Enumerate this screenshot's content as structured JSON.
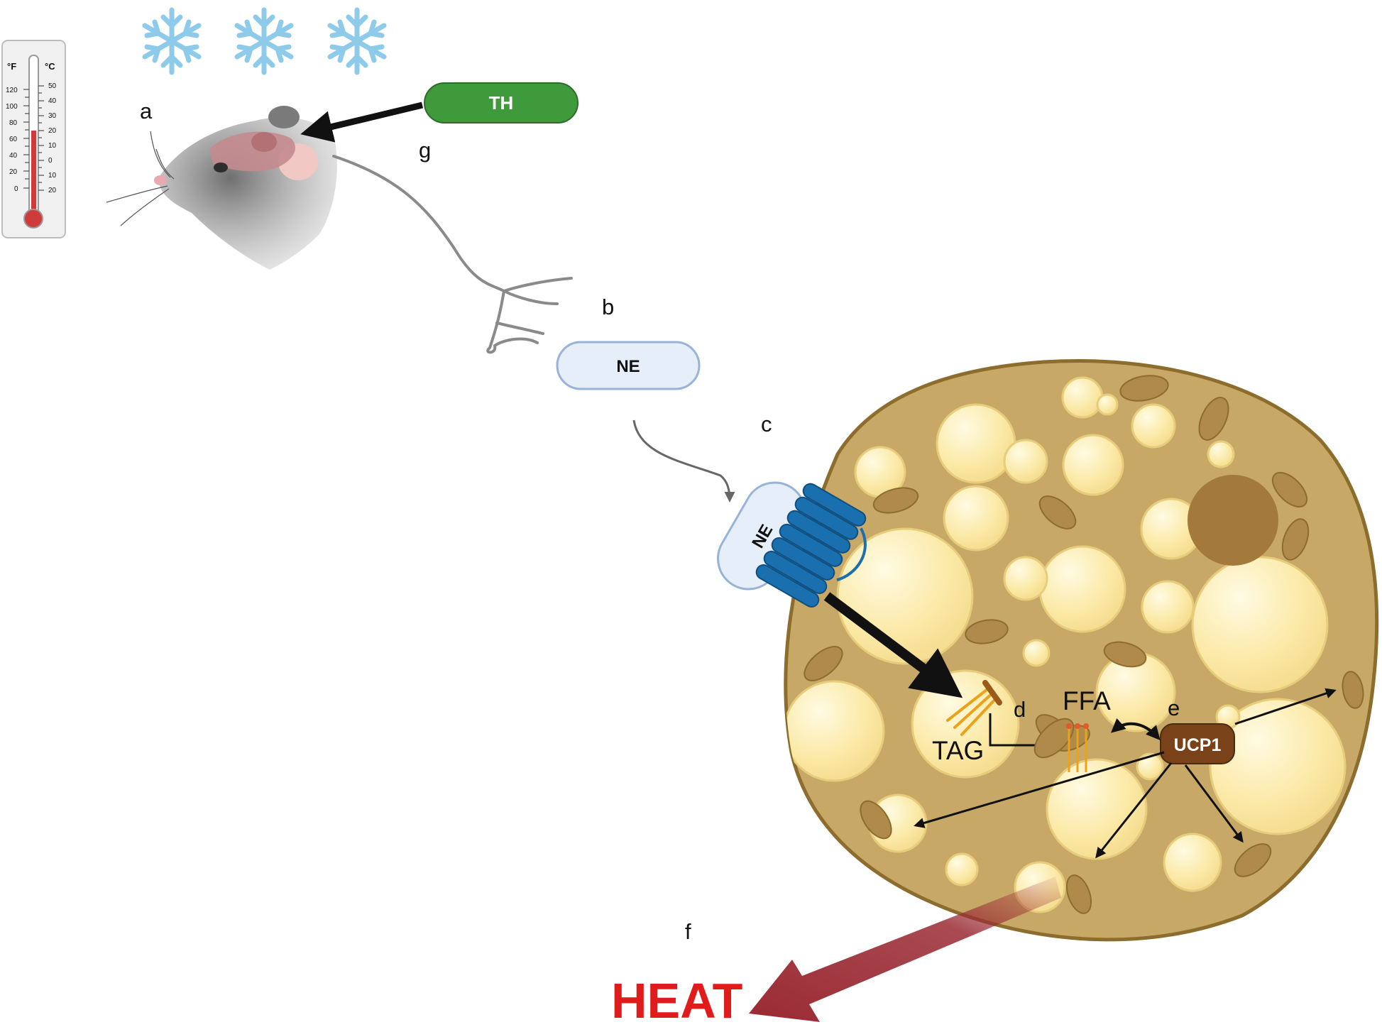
{
  "thermometer": {
    "unit_f": "°F",
    "unit_c": "°C",
    "f_ticks": [
      "120",
      "100",
      "80",
      "60",
      "40",
      "20",
      "0"
    ],
    "c_ticks": [
      "50",
      "40",
      "30",
      "20",
      "10",
      "0",
      "10",
      "20"
    ]
  },
  "labels": {
    "a": "a",
    "b": "b",
    "c": "c",
    "d": "d",
    "e": "e",
    "f": "f",
    "g": "g"
  },
  "pills": {
    "th": "TH",
    "ne_top": "NE",
    "ne_receptor": "NE"
  },
  "cell_labels": {
    "tag": "TAG",
    "ffa": "FFA",
    "ucp1": "UCP1"
  },
  "heat": "HEAT",
  "colors": {
    "th_fill": "#3f9a3c",
    "ne_fill": "#e6eef9",
    "ne_stroke": "#98b3d8",
    "receptor": "#1a6fae",
    "cell_fill": "#c7a866",
    "cell_stroke": "#8c6d2d",
    "droplet": "#fbe9a6",
    "nucleus": "#a37a3c",
    "ucp1": "#7a4219",
    "heat_text": "#e01b1b",
    "heat_arrow": "#9a2a33",
    "snow": "#8ecaea"
  }
}
